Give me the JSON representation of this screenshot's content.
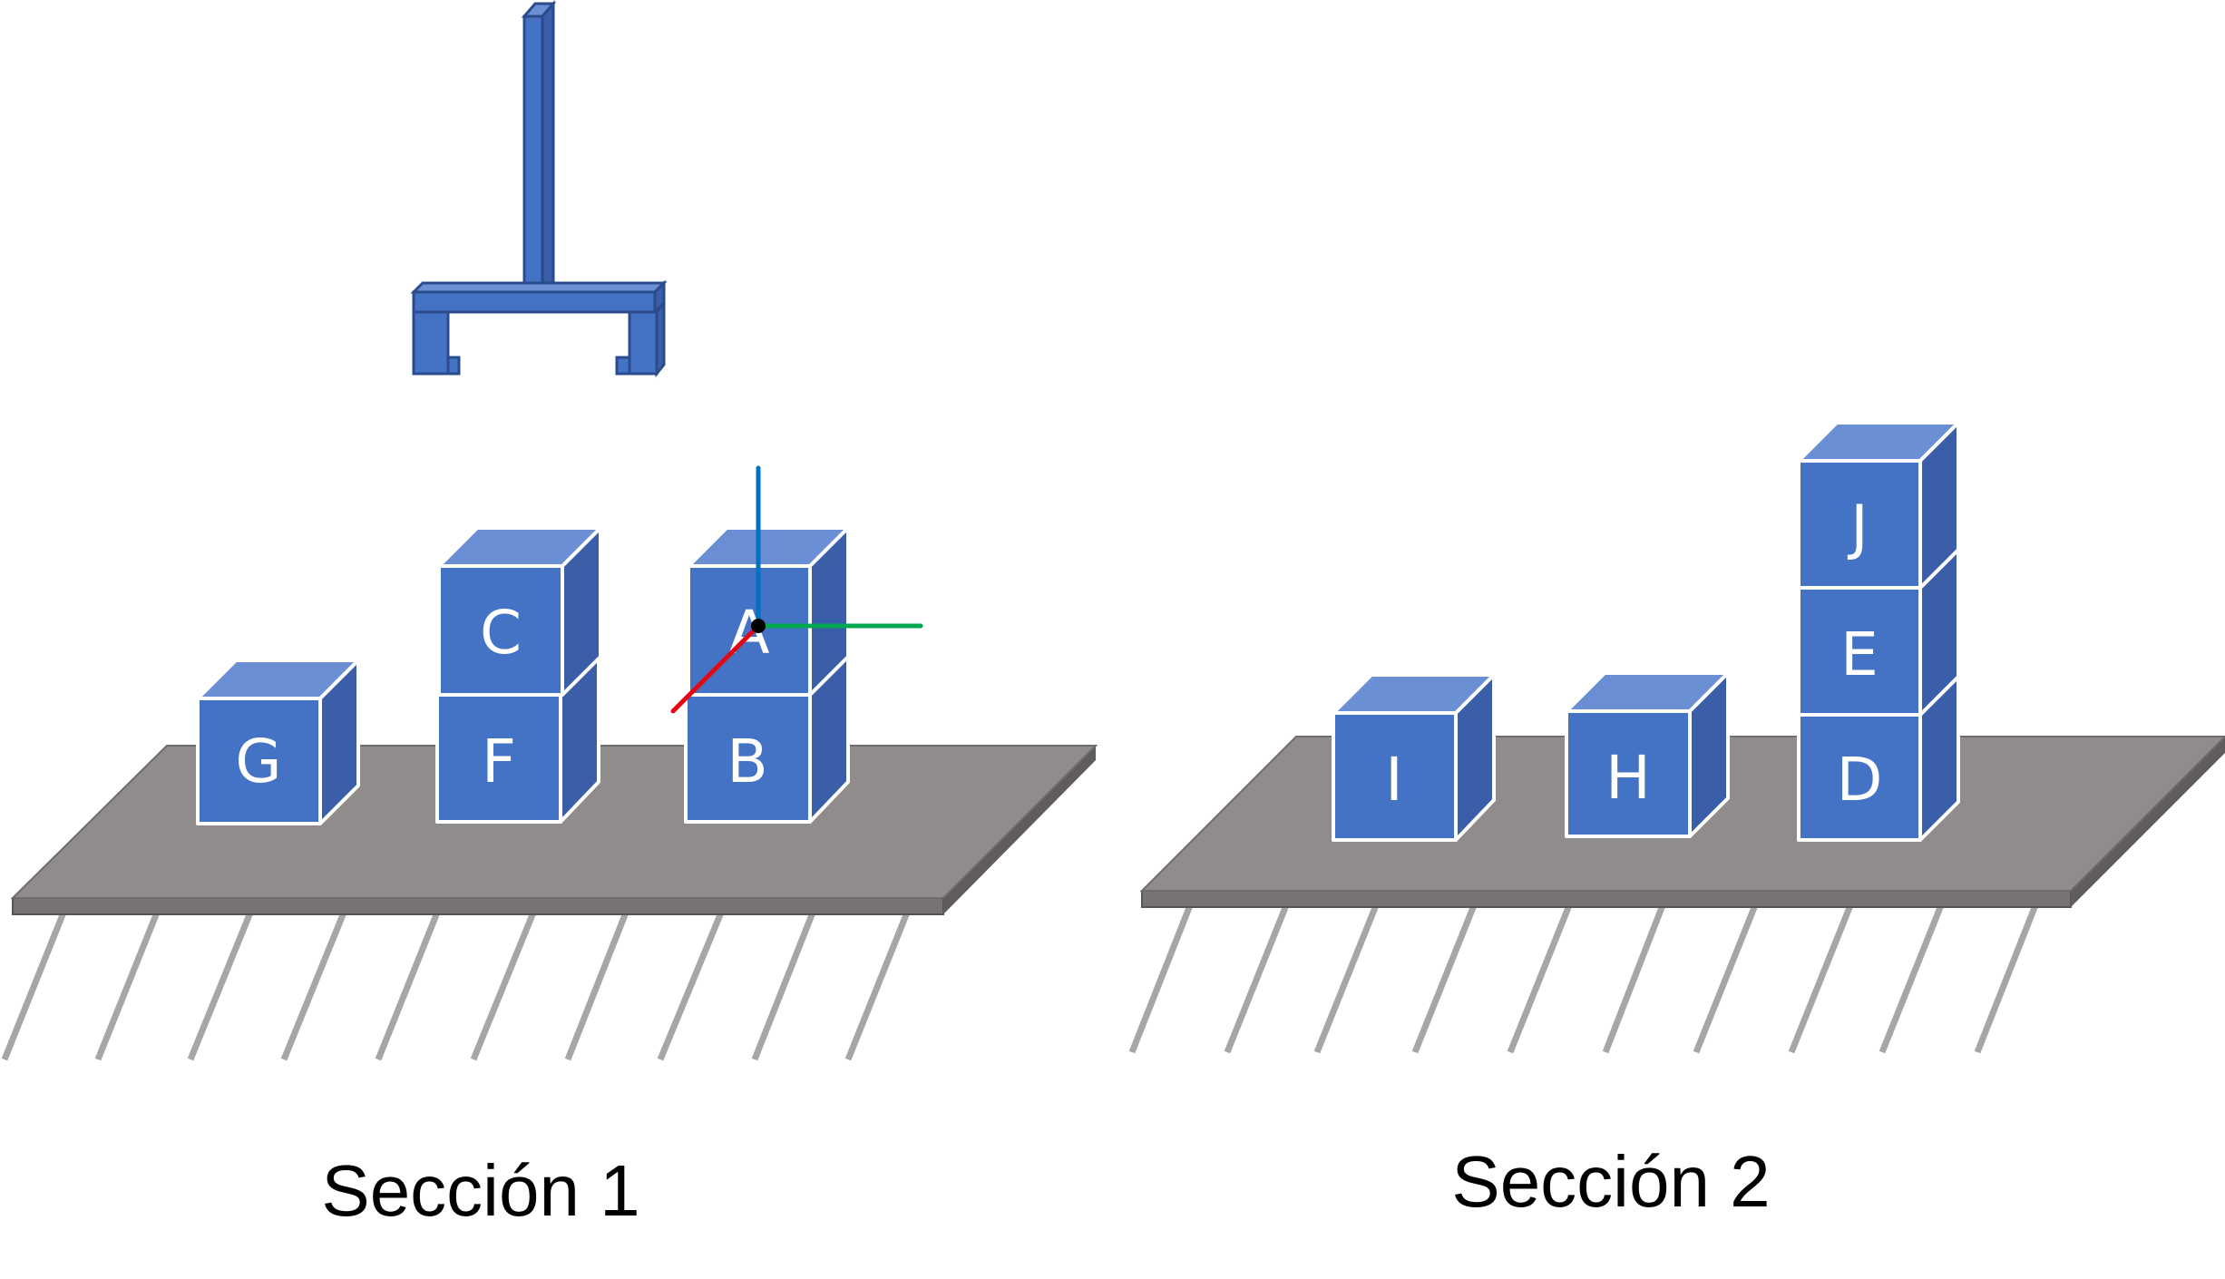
{
  "sections": [
    {
      "id": "s1",
      "label": "Sección 1"
    },
    {
      "id": "s2",
      "label": "Sección 2"
    }
  ],
  "blocks": [
    {
      "label": "G",
      "section": "Sección 1"
    },
    {
      "label": "F",
      "section": "Sección 1"
    },
    {
      "label": "C",
      "section": "Sección 1"
    },
    {
      "label": "B",
      "section": "Sección 1"
    },
    {
      "label": "A",
      "section": "Sección 1"
    },
    {
      "label": "I",
      "section": "Sección 2"
    },
    {
      "label": "H",
      "section": "Sección 2"
    },
    {
      "label": "D",
      "section": "Sección 2"
    },
    {
      "label": "E",
      "section": "Sección 2"
    },
    {
      "label": "J",
      "section": "Sección 2"
    }
  ],
  "colors": {
    "block_front": "#4472c4",
    "block_top": "#6a8fd4",
    "block_side": "#3a5ea8",
    "table_top": "#8f8c8b",
    "table_edge": "#767372",
    "ground_lines": "#a6a6a6",
    "axis_x": "#e30613",
    "axis_y": "#00a84f",
    "axis_z": "#0070c0"
  },
  "icons": {
    "gripper": "robot-gripper-icon",
    "frame": "coordinate-frame-icon"
  }
}
